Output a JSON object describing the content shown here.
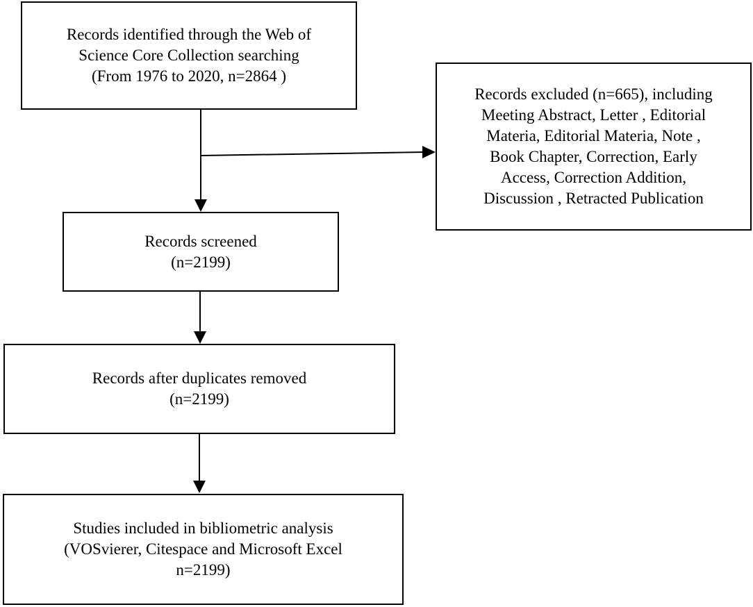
{
  "nodes": {
    "identified": {
      "lines": [
        "Records identified through the Web of",
        "Science Core Collection searching",
        "(From 1976 to 2020, n=2864 )"
      ]
    },
    "excluded": {
      "lines": [
        "Records excluded (n=665), including",
        "Meeting Abstract, Letter , Editorial",
        "Materia, Editorial Materia, Note ,",
        "Book Chapter, Correction, Early",
        "Access, Correction Addition,",
        "Discussion , Retracted Publication"
      ]
    },
    "screened": {
      "lines": [
        "Records screened",
        "(n=2199)"
      ]
    },
    "deduplicated": {
      "lines": [
        "Records after duplicates removed",
        "(n=2199)"
      ]
    },
    "included": {
      "lines": [
        "Studies included in bibliometric analysis",
        "(VOSvierer, Citespace and Microsoft Excel",
        "n=2199)"
      ]
    }
  },
  "edges": [
    {
      "from": "identified",
      "to": "screened"
    },
    {
      "from": "identified",
      "to": "excluded"
    },
    {
      "from": "screened",
      "to": "deduplicated"
    },
    {
      "from": "deduplicated",
      "to": "included"
    }
  ]
}
